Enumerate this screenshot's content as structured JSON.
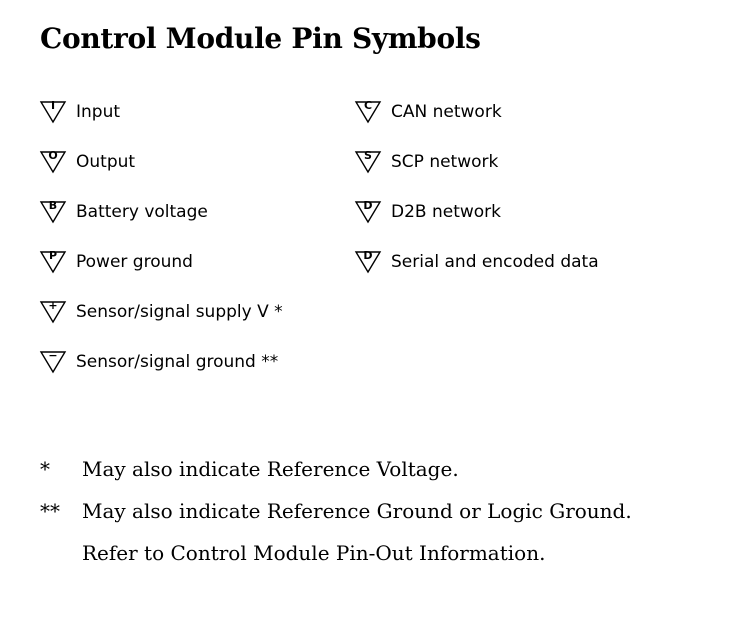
{
  "title": "Control Module Pin Symbols",
  "symbols_left": [
    {
      "letter": "I",
      "label": "Input"
    },
    {
      "letter": "O",
      "label": "Output"
    },
    {
      "letter": "B",
      "label": "Battery voltage"
    },
    {
      "letter": "P",
      "label": "Power ground"
    },
    {
      "letter": "+",
      "label": "Sensor/signal supply V *"
    },
    {
      "letter": "−",
      "label": "Sensor/signal ground **"
    }
  ],
  "symbols_right": [
    {
      "letter": "C",
      "label": "CAN network"
    },
    {
      "letter": "S",
      "label": "SCP network"
    },
    {
      "letter": "D",
      "label": "D2B network"
    },
    {
      "letter": "D",
      "label": "Serial and encoded data"
    }
  ],
  "footnotes": [
    {
      "marker": "*",
      "text": "May also indicate Reference Voltage."
    },
    {
      "marker": "**",
      "text": "May also indicate Reference Ground or Logic Ground."
    },
    {
      "marker": "",
      "text": "Refer to Control Module Pin-Out Information."
    }
  ]
}
